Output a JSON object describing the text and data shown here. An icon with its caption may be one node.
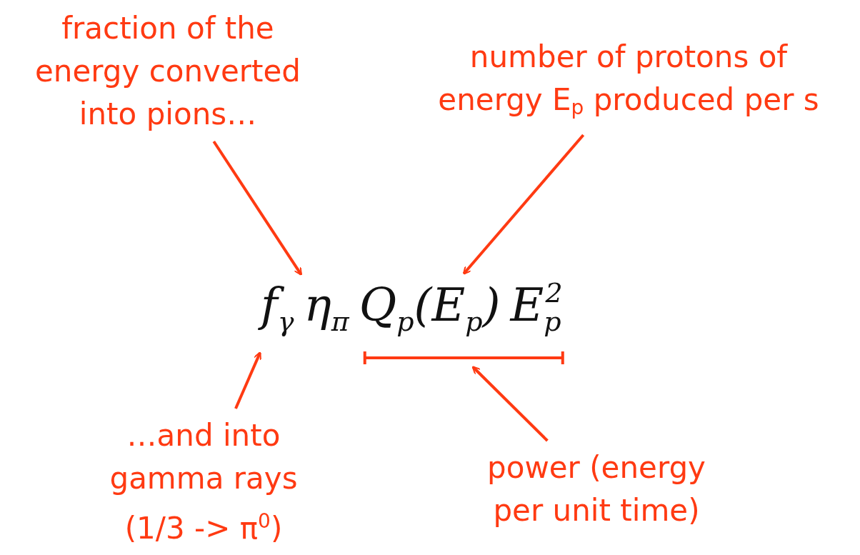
{
  "diagram": {
    "nodes": [
      {
        "text": [
          "fraction of the energy converted into pions…"
        ]
      },
      {
        "text": [
          "number of protons of energy E$_{p}$ produced per s"
        ]
      },
      {
        "text": [
          "f$_{γ}$"
        ]
      },
      {
        "text": [
          "η$_{π}$"
        ]
      },
      {
        "text": [
          "Q$_{p}$(E$_{p}$)"
        ]
      },
      {
        "text": [
          "E$_{p}$$^{2}$"
        ]
      },
      {
        "text": [],
        "shape": "bar"
      },
      {
        "text": [
          "…and into gamma rays (1/3 -> π$^{0}$)"
        ]
      },
      {
        "text": [
          "power (energy per unit time)"
        ]
      }
    ],
    "edges": [
      {
        "from": 0,
        "to": 3,
        "arrow": "to"
      },
      {
        "from": 1,
        "to": 4,
        "arrow": "to"
      },
      {
        "from": 7,
        "to": 2,
        "arrow": "to"
      },
      {
        "from": 8,
        "to": 6,
        "arrow": "to"
      }
    ]
  }
}
